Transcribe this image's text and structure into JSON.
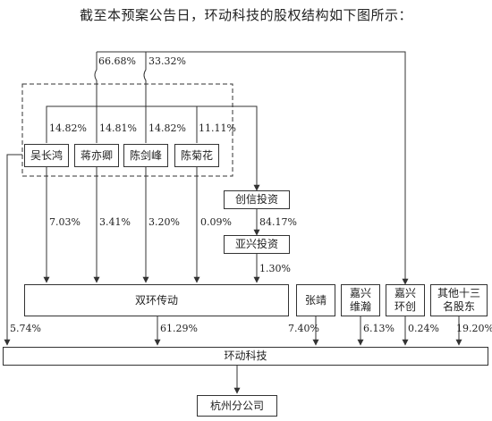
{
  "title": "截至本预案公告日，环动科技的股权结构如下图所示：",
  "persons": [
    "吴长鸿",
    "蒋亦卿",
    "陈剑峰",
    "陈菊花"
  ],
  "companies": {
    "chuangxin": "创信投资",
    "yaxing": "亚兴投资",
    "shuanghuan": "双环传动",
    "zhangjing": "张靖",
    "jiaxing_weihan": [
      "嘉兴",
      "维瀚"
    ],
    "jiaxing_huanchuang": [
      "嘉兴",
      "环创"
    ],
    "others": [
      "其他十三",
      "名股东"
    ],
    "huandong": "环动科技",
    "hangzhou": "杭州分公司"
  },
  "percentages": {
    "p6668": "66.68%",
    "p3332": "33.32%",
    "wu_to_chuangxin": "14.82%",
    "jiang_to_chuangxin": "14.81%",
    "chen_jf_to_chuangxin": "14.82%",
    "chen_jh_to_chuangxin": "11.11%",
    "wu_to_shuanghuan": "7.03%",
    "jiang_to_shuanghuan": "3.41%",
    "chen_jf_to_shuanghuan": "3.20%",
    "chen_jh_to_shuanghuan": "0.09%",
    "chuangxin_to_yaxing": "84.17%",
    "yaxing_to_shuanghuan": "1.30%",
    "wu_to_huandong": "5.74%",
    "shuanghuan_to_huandong": "61.29%",
    "zhangjing_to_huandong": "7.40%",
    "weihan_to_huandong": "6.13%",
    "huanchuang_to_huandong": "0.24%",
    "others_to_huandong": "19.20%"
  }
}
